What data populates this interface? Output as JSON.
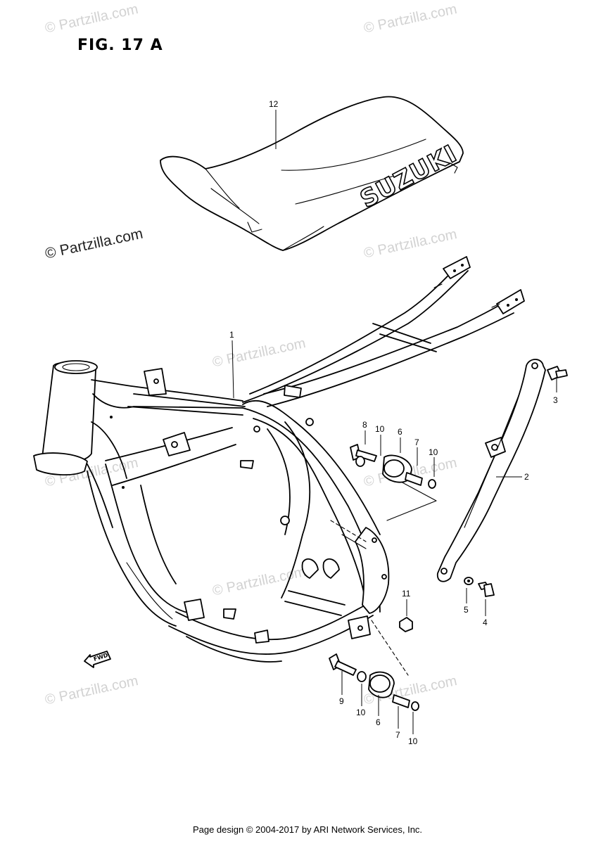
{
  "figure": {
    "title": "FIG. 17 A"
  },
  "watermarks": {
    "faint": [
      "© Partzilla.com",
      "© Partzilla.com",
      "© Partzilla.com",
      "© Partzilla.com",
      "© Partzilla.com",
      "© Partzilla.com",
      "© Partzilla.com",
      "© Partzilla.com",
      "© Partzilla.com"
    ],
    "dark": "© Partzilla.com"
  },
  "seat_logo_text": "SUZUKI",
  "fwd_label": "FWD",
  "callouts": {
    "c1": "1",
    "c2": "2",
    "c3": "3",
    "c4": "4",
    "c5": "5",
    "c6a": "6",
    "c6b": "6",
    "c7a": "7",
    "c7b": "7",
    "c8": "8",
    "c9": "9",
    "c10a": "10",
    "c10b": "10",
    "c10c": "10",
    "c10d": "10",
    "c11": "11",
    "c12": "12"
  },
  "footer": {
    "text": "Page design © 2004-2017 by ARI Network Services, Inc."
  }
}
